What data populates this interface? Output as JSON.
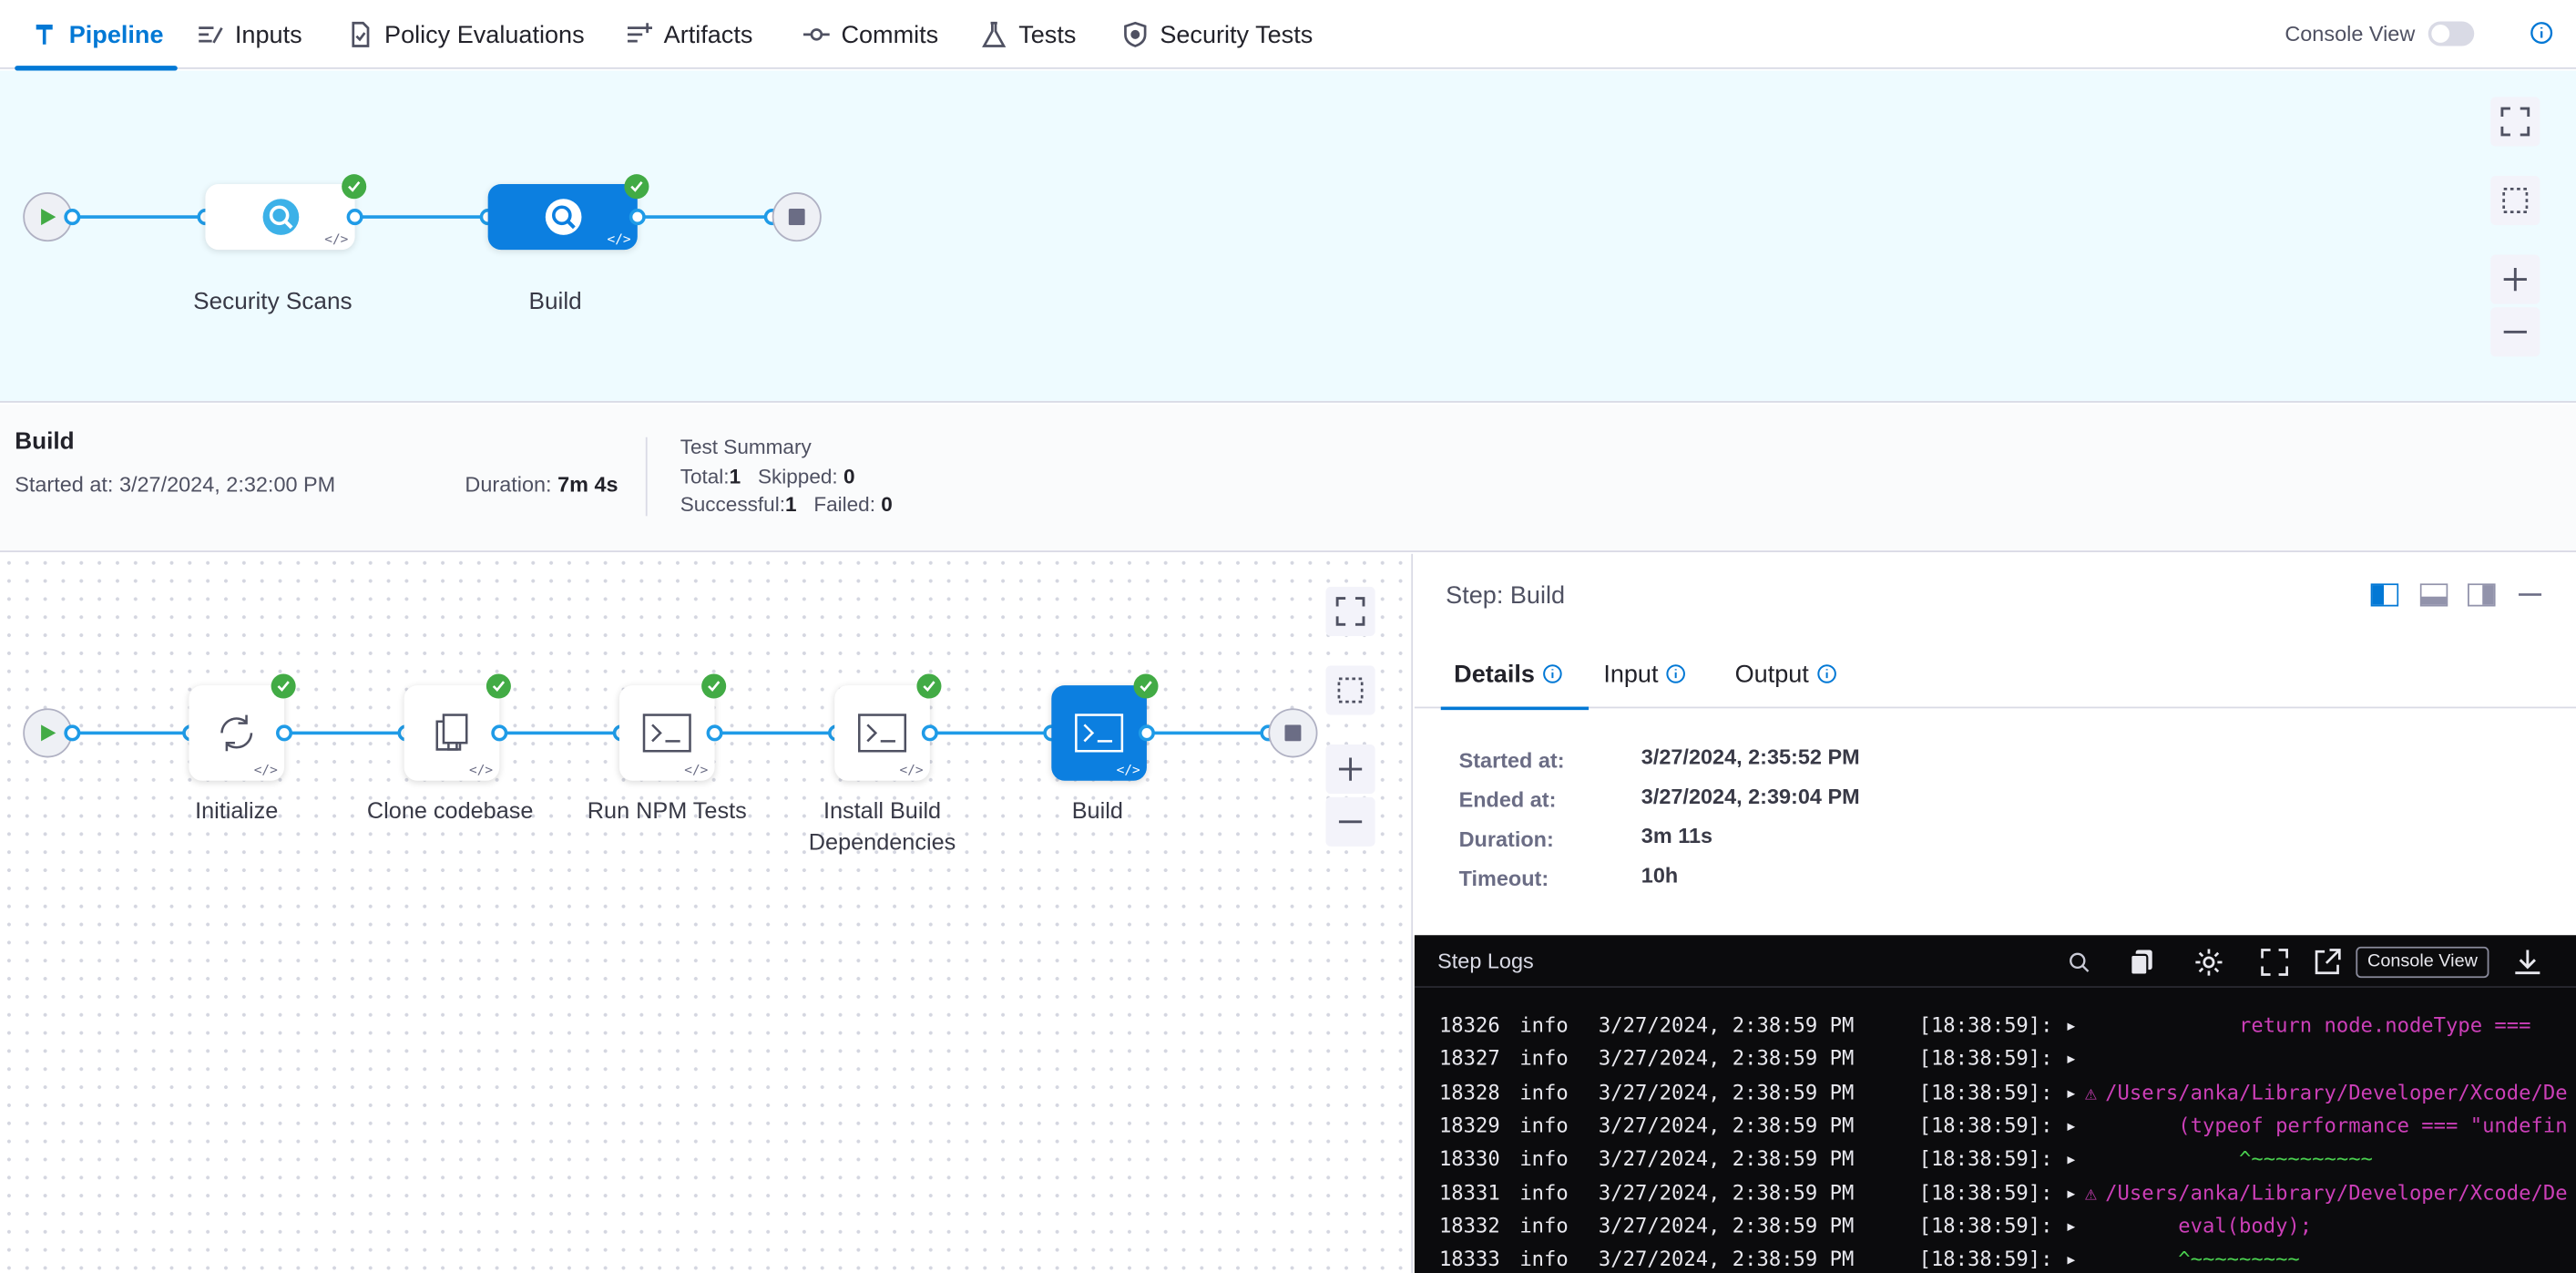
{
  "top_tabs": [
    {
      "label": "Pipeline",
      "icon": "pipeline-icon"
    },
    {
      "label": "Inputs",
      "icon": "inputs-icon"
    },
    {
      "label": "Policy Evaluations",
      "icon": "policy-icon"
    },
    {
      "label": "Artifacts",
      "icon": "artifacts-icon"
    },
    {
      "label": "Commits",
      "icon": "commit-icon"
    },
    {
      "label": "Tests",
      "icon": "flask-icon"
    },
    {
      "label": "Security Tests",
      "icon": "shield-icon"
    }
  ],
  "console_view_label": "Console View",
  "pipeline": {
    "stages": [
      {
        "label": "Security Scans",
        "status": "success"
      },
      {
        "label": "Build",
        "status": "success"
      }
    ]
  },
  "summary": {
    "title": "Build",
    "started_label": "Started at:",
    "started_value": "3/27/2024, 2:32:00 PM",
    "duration_label": "Duration:",
    "duration_value": "7m 4s",
    "test_summary_title": "Test Summary",
    "total_label": "Total:",
    "total_value": "1",
    "skipped_label": "Skipped:",
    "skipped_value": "0",
    "successful_label": "Successful:",
    "successful_value": "1",
    "failed_label": "Failed:",
    "failed_value": "0"
  },
  "steps": [
    {
      "label": "Initialize",
      "icon": "refresh-icon",
      "status": "success"
    },
    {
      "label": "Clone codebase",
      "icon": "clone-icon",
      "status": "success"
    },
    {
      "label": "Run NPM Tests",
      "icon": "terminal-icon",
      "status": "success"
    },
    {
      "label": "Install Build Dependencies",
      "icon": "terminal-icon",
      "status": "success"
    },
    {
      "label": "Build",
      "icon": "terminal-icon",
      "status": "success",
      "selected": true
    }
  ],
  "step_panel": {
    "title": "Step: Build",
    "tabs": [
      {
        "label": "Details"
      },
      {
        "label": "Input"
      },
      {
        "label": "Output"
      }
    ],
    "details": [
      {
        "label": "Started at:",
        "value": "3/27/2024, 2:35:52 PM"
      },
      {
        "label": "Ended at:",
        "value": "3/27/2024, 2:39:04 PM"
      },
      {
        "label": "Duration:",
        "value": "3m 11s"
      },
      {
        "label": "Timeout:",
        "value": "10h"
      }
    ]
  },
  "logs": {
    "title": "Step Logs",
    "console_view_button": "Console View",
    "lines": [
      {
        "num": "18326",
        "level": "info",
        "time": "3/27/2024, 2:38:59 PM",
        "tag": "[18:38:59]:",
        "prefix": "▸",
        "warn": "",
        "msg": "            return node.nodeType === ",
        "color": "#cc3fb8"
      },
      {
        "num": "18327",
        "level": "info",
        "time": "3/27/2024, 2:38:59 PM",
        "tag": "[18:38:59]:",
        "prefix": "▸",
        "warn": "",
        "msg": "",
        "color": "#cc3fb8"
      },
      {
        "num": "18328",
        "level": "info",
        "time": "3/27/2024, 2:38:59 PM",
        "tag": "[18:38:59]:",
        "prefix": "▸",
        "warn": "⚠",
        "msg": " /Users/anka/Library/Developer/Xcode/De",
        "color": "#cc3fb8"
      },
      {
        "num": "18329",
        "level": "info",
        "time": "3/27/2024, 2:38:59 PM",
        "tag": "[18:38:59]:",
        "prefix": "▸",
        "warn": "",
        "msg": "       (typeof performance === \"undefin",
        "color": "#cc3fb8"
      },
      {
        "num": "18330",
        "level": "info",
        "time": "3/27/2024, 2:38:59 PM",
        "tag": "[18:38:59]:",
        "prefix": "▸",
        "warn": "",
        "msg": "            ^~~~~~~~~~~",
        "color": "#4ad04f"
      },
      {
        "num": "18331",
        "level": "info",
        "time": "3/27/2024, 2:38:59 PM",
        "tag": "[18:38:59]:",
        "prefix": "▸",
        "warn": "⚠",
        "msg": " /Users/anka/Library/Developer/Xcode/De",
        "color": "#cc3fb8"
      },
      {
        "num": "18332",
        "level": "info",
        "time": "3/27/2024, 2:38:59 PM",
        "tag": "[18:38:59]:",
        "prefix": "▸",
        "warn": "",
        "msg": "       eval(body);",
        "color": "#cc3fb8"
      },
      {
        "num": "18333",
        "level": "info",
        "time": "3/27/2024, 2:38:59 PM",
        "tag": "[18:38:59]:",
        "prefix": "▸",
        "warn": "",
        "msg": "       ^~~~~~~~~~",
        "color": "#4ad04f"
      }
    ]
  },
  "colors": {
    "accent": "#0278d5",
    "success": "#42ab45",
    "edge": "#1f9be7",
    "log_bg": "#0b0b0d"
  }
}
